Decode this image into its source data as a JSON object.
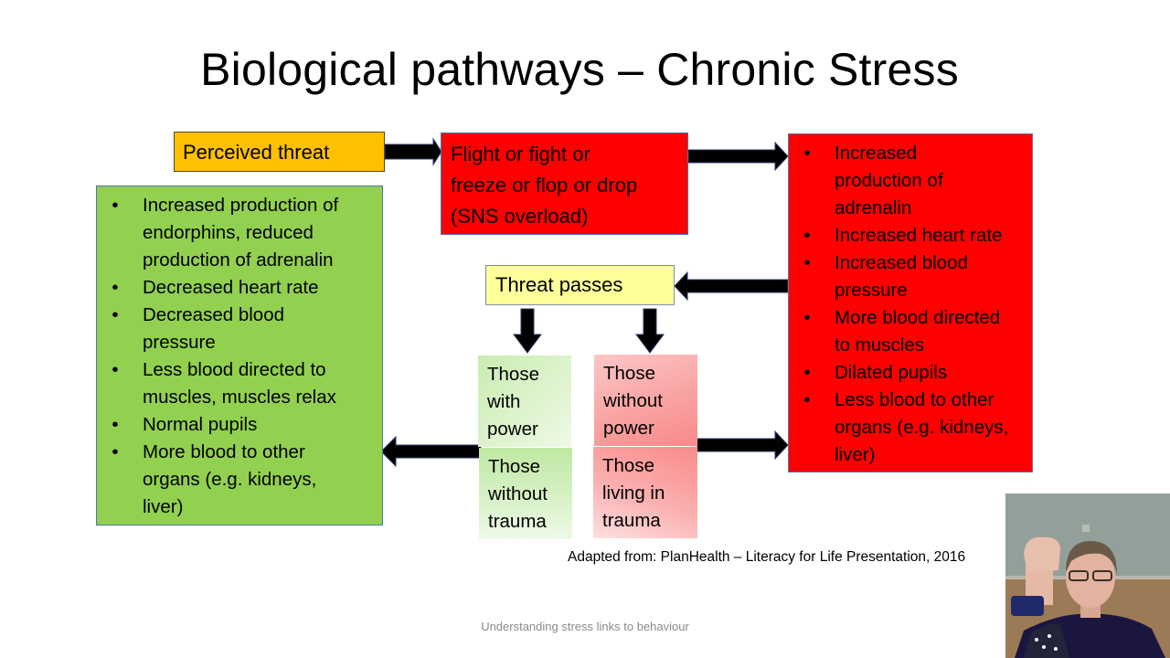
{
  "slide": {
    "title": "Biological pathways – Chronic Stress",
    "footer": "Understanding stress links to behaviour",
    "credit": "Adapted from: PlanHealth – Literacy for Life Presentation, 2016"
  },
  "colors": {
    "perceived_threat": "#ffc000",
    "sns_red": "#ff0000",
    "relaxed_green": "#92d050",
    "threat_passes_yellow": "#ffff99",
    "arrow": "#000000"
  },
  "nodes": {
    "perceived_threat": "Perceived threat",
    "flight_lines": [
      "Flight or fight or",
      "freeze or flop or drop",
      "(SNS overload)"
    ],
    "threat_passes": "Threat passes",
    "with_power": [
      "Those",
      "with",
      "power"
    ],
    "without_trauma": [
      "Those",
      "without",
      "trauma"
    ],
    "without_power": [
      "Those",
      "without",
      "power"
    ],
    "living_in_trauma": [
      "Those",
      "living in",
      "trauma"
    ]
  },
  "stress_response": {
    "bullet": "•",
    "items": [
      [
        "Increased",
        "production of",
        "adrenalin"
      ],
      [
        "Increased heart rate"
      ],
      [
        "Increased blood",
        "pressure"
      ],
      [
        "More blood directed",
        "to muscles"
      ],
      [
        "Dilated pupils"
      ],
      [
        "Less blood to other",
        "organs (e.g. kidneys,",
        "liver)"
      ]
    ]
  },
  "relaxation_response": {
    "bullet": "•",
    "items": [
      [
        "Increased production of",
        "endorphins, reduced",
        "production of adrenalin"
      ],
      [
        "Decreased heart rate"
      ],
      [
        "Decreased blood",
        "pressure"
      ],
      [
        "Less blood directed to",
        "muscles, muscles relax"
      ],
      [
        "Normal pupils"
      ],
      [
        "More blood to other",
        "organs (e.g. kidneys,",
        "liver)"
      ]
    ]
  },
  "edges": [
    {
      "from": "perceived_threat",
      "to": "flight_fight"
    },
    {
      "from": "flight_fight",
      "to": "stress_response"
    },
    {
      "from": "stress_response",
      "to": "threat_passes"
    },
    {
      "from": "threat_passes",
      "to": "with_power"
    },
    {
      "from": "threat_passes",
      "to": "without_power"
    },
    {
      "from": "with_power_without_trauma",
      "to": "relaxation_response"
    },
    {
      "from": "without_power_living_in_trauma",
      "to": "stress_response"
    }
  ],
  "webcam": {
    "label": "presenter-video"
  }
}
